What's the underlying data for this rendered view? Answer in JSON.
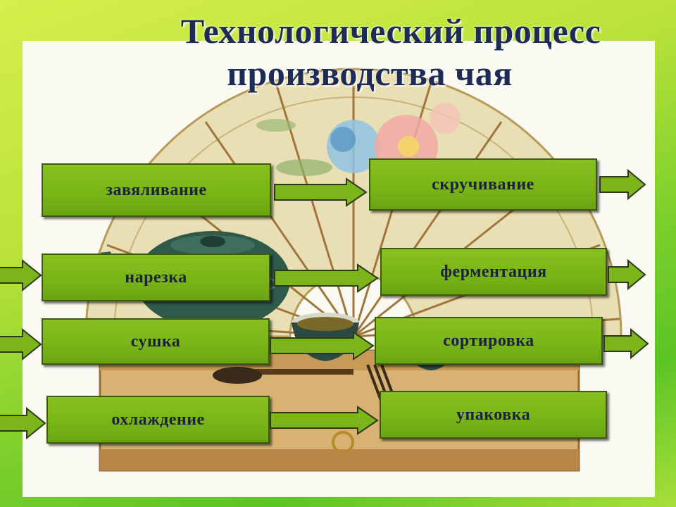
{
  "title": {
    "line1": "Технологический процесс",
    "line2": "производства чая"
  },
  "steps": {
    "wilting": "завяливание",
    "rolling": "скручивание",
    "cutting": "нарезка",
    "fermentation": "ферментация",
    "drying": "сушка",
    "sorting": "сортировка",
    "cooling": "охлаждение",
    "packing": "упаковка"
  },
  "colors": {
    "background_green": "#9ad932",
    "box_green": "#7cb51a",
    "text_navy": "#1e2c55"
  }
}
